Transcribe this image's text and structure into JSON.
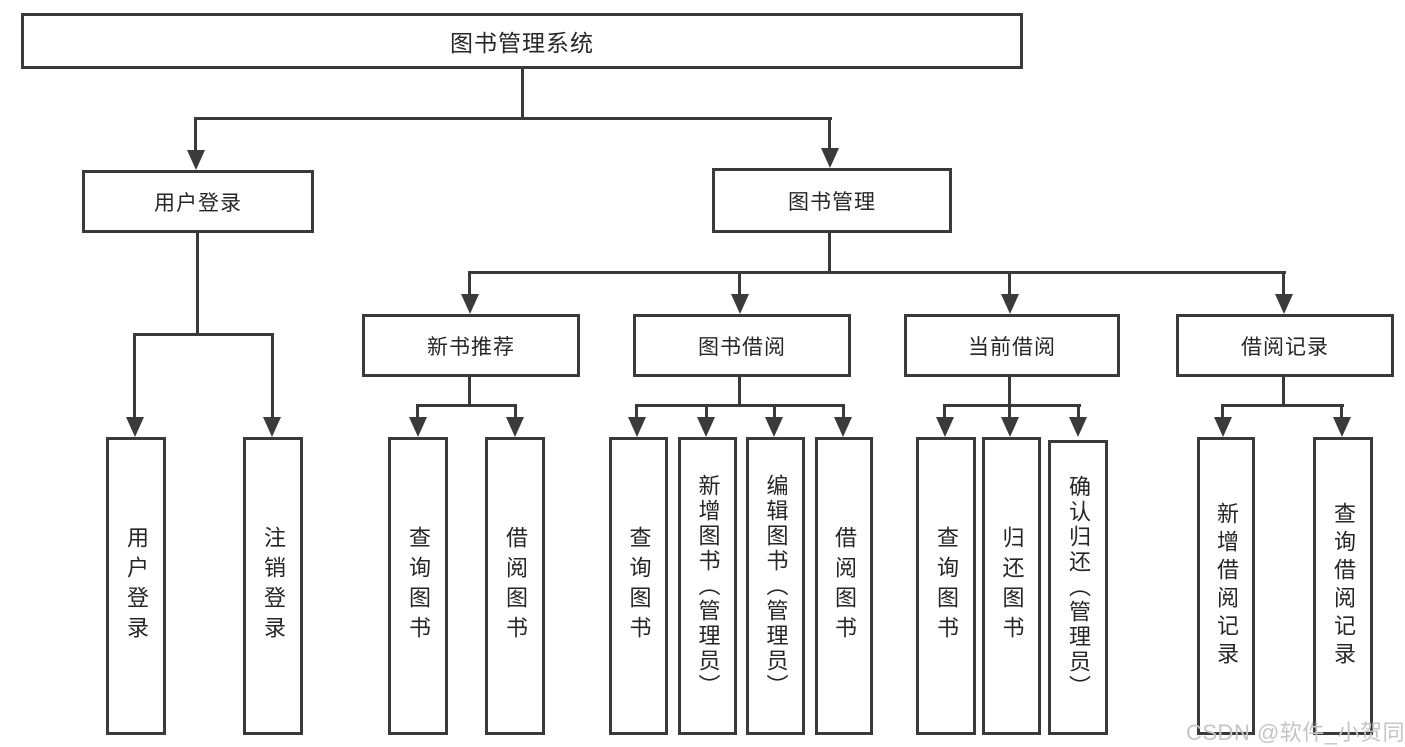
{
  "diagram": {
    "root": {
      "label": "图书管理系统"
    },
    "user_branch": {
      "label": "用户登录",
      "children": [
        {
          "label": "用户登录"
        },
        {
          "label": "注销登录"
        }
      ]
    },
    "book_branch": {
      "label": "图书管理",
      "sections": [
        {
          "label": "新书推荐",
          "children": [
            {
              "label": "查询图书"
            },
            {
              "label": "借阅图书"
            }
          ]
        },
        {
          "label": "图书借阅",
          "children": [
            {
              "label": "查询图书"
            },
            {
              "label": "新增图书（管理员）"
            },
            {
              "label": "编辑图书（管理员）"
            },
            {
              "label": "借阅图书"
            }
          ]
        },
        {
          "label": "当前借阅",
          "children": [
            {
              "label": "查询图书"
            },
            {
              "label": "归还图书"
            },
            {
              "label": "确认归还（管理员）"
            }
          ]
        },
        {
          "label": "借阅记录",
          "children": [
            {
              "label": "新增借阅记录"
            },
            {
              "label": "查询借阅记录"
            }
          ]
        }
      ]
    }
  },
  "watermark": {
    "text": "CSDN @软件_小贺同学"
  },
  "colors": {
    "line": "#3a3a3a",
    "text": "#262626",
    "background": "#ffffff",
    "watermark": "#c5c5c5"
  }
}
